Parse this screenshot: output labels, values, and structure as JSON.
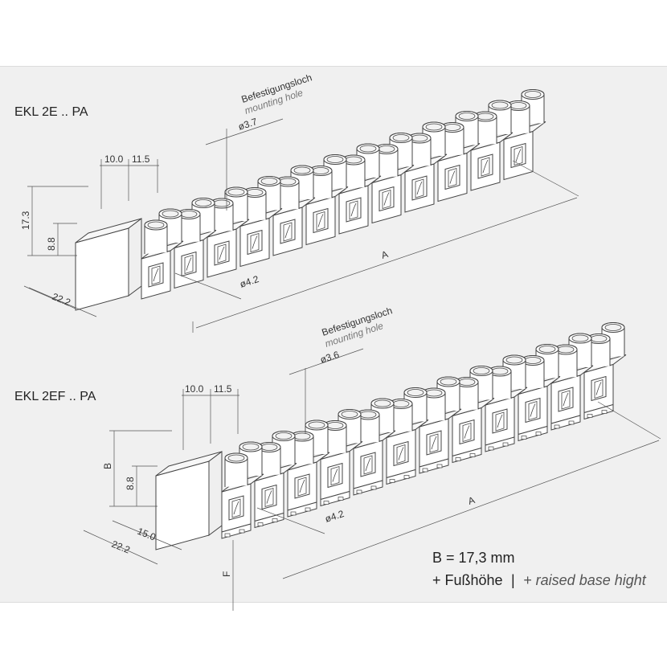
{
  "diagram_top": {
    "title": "EKL 2E .. PA",
    "hole_label_de": "Befestigungsloch",
    "hole_label_en": "mounting hole",
    "hole_diameter": "ø3.7",
    "pitch_1": "10.0",
    "pitch_2": "11.5",
    "height_total": "17.3",
    "height_base": "8.8",
    "depth": "22.2",
    "screw_diameter": "ø4.2",
    "length": "A"
  },
  "diagram_bottom": {
    "title": "EKL 2EF .. PA",
    "hole_label_de": "Befestigungsloch",
    "hole_label_en": "mounting hole",
    "hole_diameter": "ø3.6",
    "pitch_1": "10.0",
    "pitch_2": "11.5",
    "height_total": "B",
    "height_base": "8.8",
    "foot_depth": "15.0",
    "depth": "22.2",
    "screw_diameter": "ø4.2",
    "length": "A",
    "foot_height": "F"
  },
  "legend": {
    "line1": "B = 17,3 mm",
    "line2_de": "+ Fußhöhe",
    "separator": "|",
    "line2_en": "+ raised base hight"
  }
}
